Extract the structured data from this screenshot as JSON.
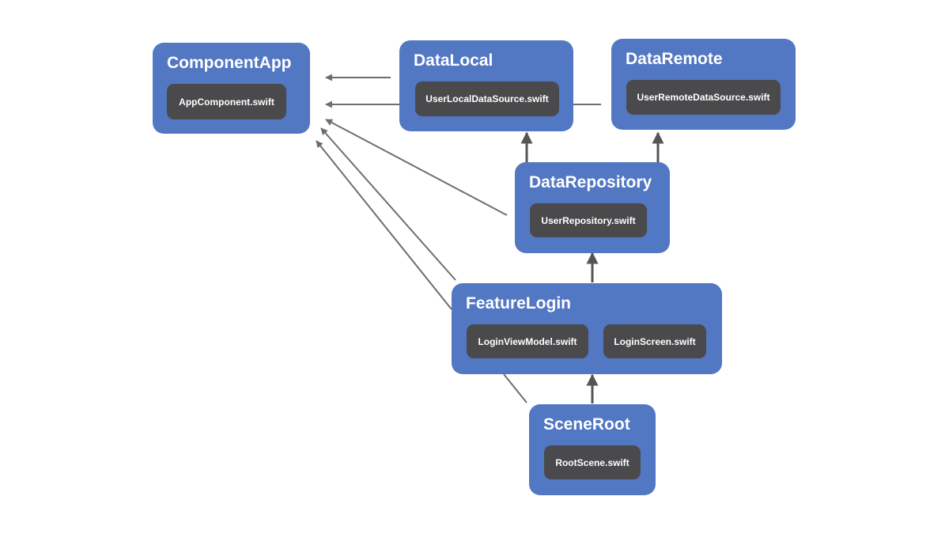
{
  "diagram": {
    "colors": {
      "module_fill": "#5277c3",
      "file_fill": "#4a4a4c",
      "text": "#ffffff",
      "edge": "#6e6e6e"
    },
    "modules": [
      {
        "id": "componentapp",
        "title": "ComponentApp",
        "files": [
          "AppComponent.swift"
        ]
      },
      {
        "id": "datalocal",
        "title": "DataLocal",
        "files": [
          "UserLocalDataSource.swift"
        ]
      },
      {
        "id": "dataremote",
        "title": "DataRemote",
        "files": [
          "UserRemoteDataSource.swift"
        ]
      },
      {
        "id": "datarepo",
        "title": "DataRepository",
        "files": [
          "UserRepository.swift"
        ]
      },
      {
        "id": "featurelogin",
        "title": "FeatureLogin",
        "files": [
          "LoginViewModel.swift",
          "LoginScreen.swift"
        ]
      },
      {
        "id": "sceneroot",
        "title": "SceneRoot",
        "files": [
          "RootScene.swift"
        ]
      }
    ],
    "dependencies": [
      {
        "from": "datalocal",
        "to": "componentapp"
      },
      {
        "from": "dataremote",
        "to": "componentapp"
      },
      {
        "from": "datarepo",
        "to": "componentapp"
      },
      {
        "from": "featurelogin",
        "to": "componentapp"
      },
      {
        "from": "sceneroot",
        "to": "componentapp"
      },
      {
        "from": "datarepo",
        "to": "datalocal"
      },
      {
        "from": "datarepo",
        "to": "dataremote"
      },
      {
        "from": "featurelogin",
        "to": "datarepo"
      },
      {
        "from": "sceneroot",
        "to": "featurelogin"
      }
    ]
  }
}
